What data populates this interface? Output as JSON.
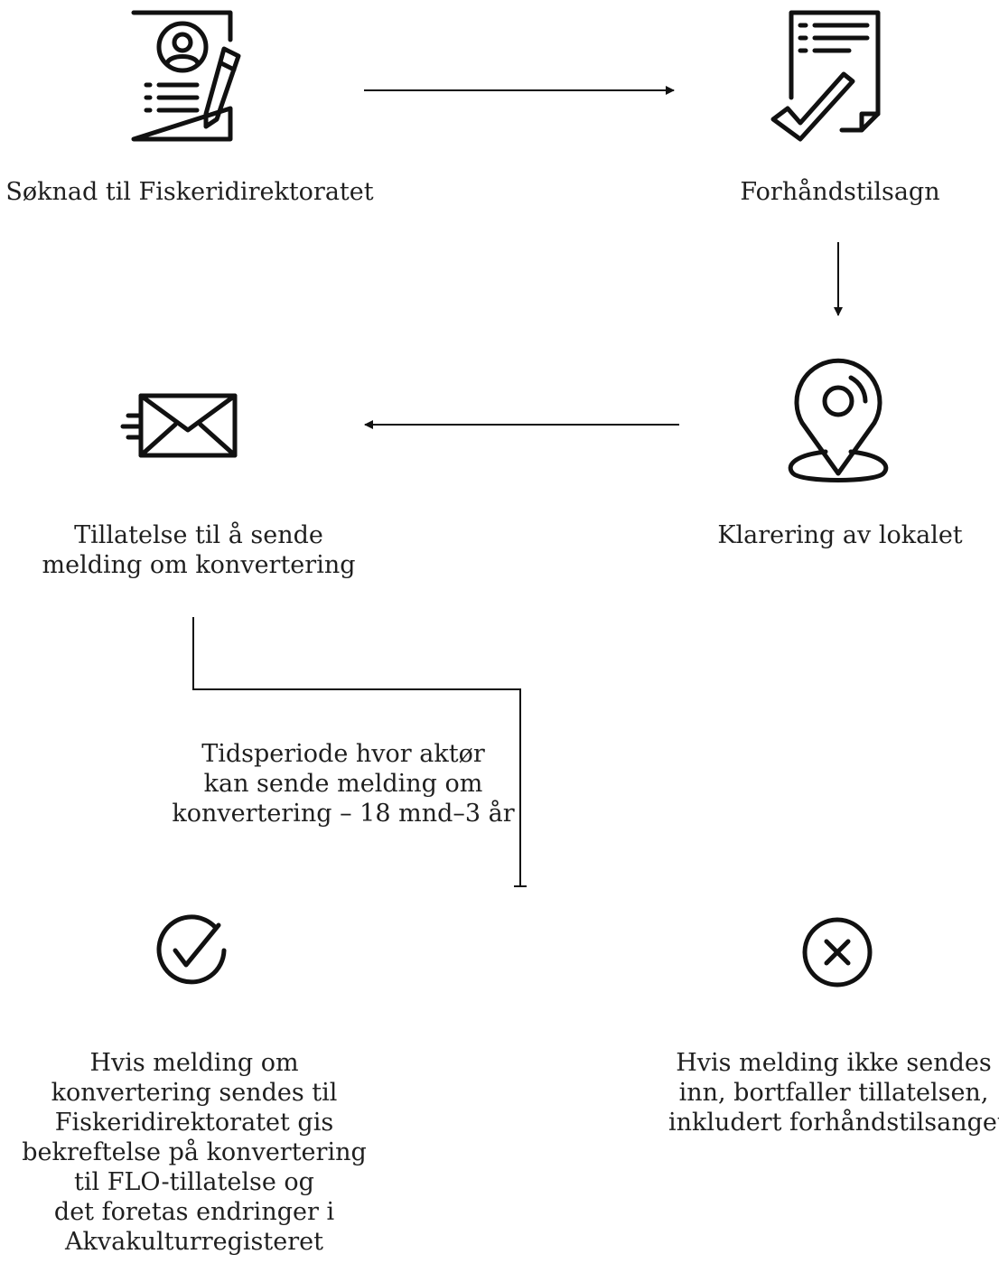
{
  "steps": {
    "soknad": {
      "label": "Søknad til Fiskeridirektoratet"
    },
    "forhand": {
      "label": "Forhåndstilsagn"
    },
    "klarering": {
      "label": "Klarering av lokalet"
    },
    "tillatelse": {
      "lines": [
        "Tillatelse til å sende",
        "melding om konvertering"
      ]
    },
    "periode": {
      "lines": [
        "Tidsperiode hvor aktør",
        "kan sende melding om",
        "konvertering – 18 mnd–3 år"
      ]
    },
    "ja": {
      "lines": [
        "Hvis melding om",
        "konvertering sendes til",
        "Fiskeridirektoratet gis",
        "bekreftelse på konvertering",
        "til FLO-tillatelse og",
        "det foretas endringer i",
        "Akvakulturregisteret"
      ]
    },
    "nei": {
      "lines": [
        "Hvis melding ikke sendes",
        "inn, bortfaller tillatelsen,",
        "inkludert forhåndstilsanget"
      ]
    }
  },
  "icons": {
    "application": "document-with-person-and-pencil-icon",
    "approval": "document-with-checkmark-icon",
    "location": "map-pin-icon",
    "message": "envelope-icon",
    "confirmed": "check-circle-icon",
    "lapsed": "x-circle-icon"
  },
  "colors": {
    "line": "#111111",
    "text": "#1f1f1f"
  }
}
